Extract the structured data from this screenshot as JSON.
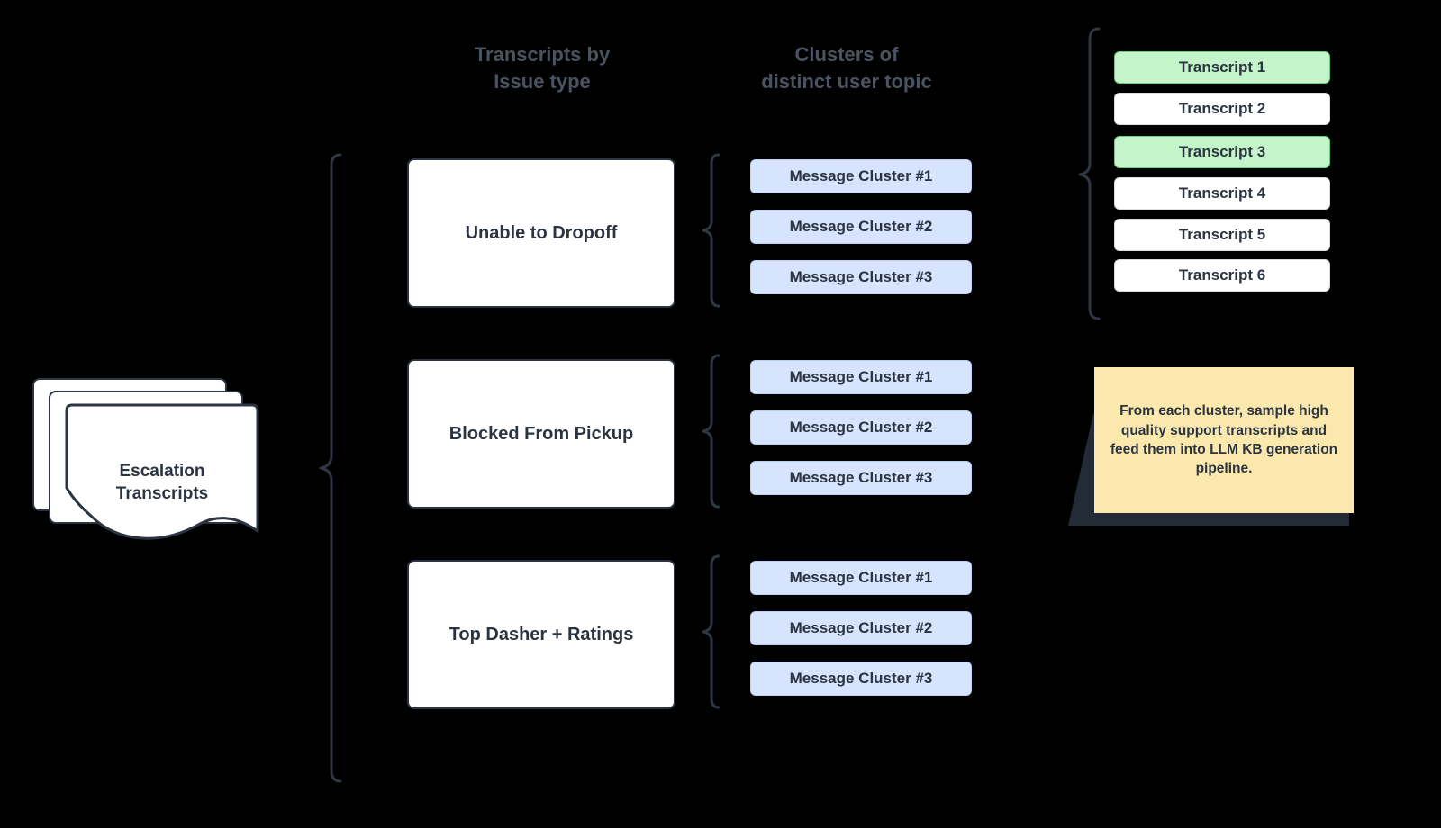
{
  "headers": {
    "issue_type": "Transcripts by\nIssue type",
    "cluster_topic": "Clusters of\ndistinct user topic"
  },
  "source": {
    "label": "Escalation\nTranscripts"
  },
  "issue_types": [
    {
      "label": "Unable to Dropoff"
    },
    {
      "label": "Blocked From Pickup"
    },
    {
      "label": "Top Dasher + Ratings"
    }
  ],
  "cluster_groups": [
    {
      "clusters": [
        "Message Cluster #1",
        "Message Cluster #2",
        "Message Cluster #3"
      ]
    },
    {
      "clusters": [
        "Message Cluster #1",
        "Message Cluster #2",
        "Message Cluster #3"
      ]
    },
    {
      "clusters": [
        "Message Cluster #1",
        "Message Cluster #2",
        "Message Cluster #3"
      ]
    }
  ],
  "transcripts": [
    {
      "label": "Transcript 1",
      "sampled": true
    },
    {
      "label": "Transcript 2",
      "sampled": false
    },
    {
      "label": "Transcript 3",
      "sampled": true
    },
    {
      "label": "Transcript 4",
      "sampled": false
    },
    {
      "label": "Transcript 5",
      "sampled": false
    },
    {
      "label": "Transcript 6",
      "sampled": false
    }
  ],
  "note": {
    "text": "From each cluster, sample high quality support transcripts and feed them into LLM KB generation pipeline."
  },
  "colors": {
    "background": "#000000",
    "text_dark": "#2b3440",
    "header_text": "#4a5360",
    "cluster_fill": "#d6e4fd",
    "cluster_border": "#b9d2fa",
    "sampled_fill": "#c4f5ca",
    "sampled_border": "#63d274",
    "note_fill": "#fae8ad",
    "brace_stroke": "#2f3742",
    "box_fill": "#ffffff",
    "box_border": "#2b3440"
  }
}
